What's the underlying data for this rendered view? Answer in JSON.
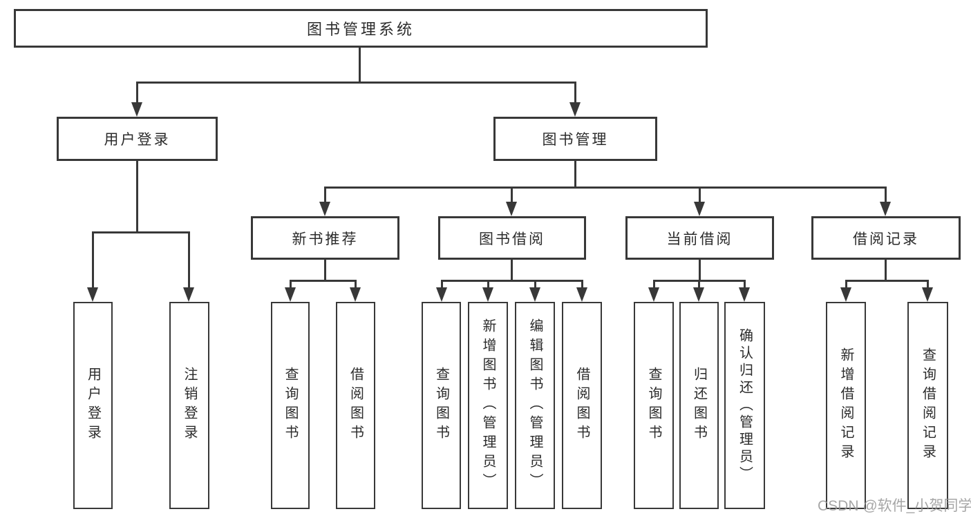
{
  "colors": {
    "line": "#383838",
    "box_border": "#383838",
    "box_fill": "#ffffff",
    "text": "#2b2b2b",
    "watermark": "#969696",
    "background": "#ffffff"
  },
  "watermark": "CSDN @软件_小贺同学",
  "tree": {
    "label": "图书管理系统",
    "children": [
      {
        "label": "用户登录",
        "children": [
          {
            "label": "用户登录"
          },
          {
            "label": "注销登录"
          }
        ]
      },
      {
        "label": "图书管理",
        "children": [
          {
            "label": "新书推荐",
            "children": [
              {
                "label": "查询图书"
              },
              {
                "label": "借阅图书"
              }
            ]
          },
          {
            "label": "图书借阅",
            "children": [
              {
                "label": "查询图书"
              },
              {
                "label": "新增图书（管理员）"
              },
              {
                "label": "编辑图书（管理员）"
              },
              {
                "label": "借阅图书"
              }
            ]
          },
          {
            "label": "当前借阅",
            "children": [
              {
                "label": "查询图书"
              },
              {
                "label": "归还图书"
              },
              {
                "label": "确认归还（管理员）"
              }
            ]
          },
          {
            "label": "借阅记录",
            "children": [
              {
                "label": "新增借阅记录"
              },
              {
                "label": "查询借阅记录"
              }
            ]
          }
        ]
      }
    ]
  }
}
